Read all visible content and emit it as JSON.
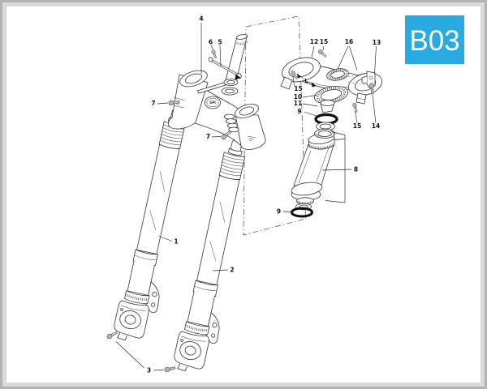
{
  "page_code": {
    "label": "B03",
    "bg_color": "#29abe2",
    "text_color": "#ffffff"
  },
  "diagram": {
    "logo_text": "SPI",
    "loctite_mark": "L",
    "callouts": [
      {
        "n": "4"
      },
      {
        "n": "6"
      },
      {
        "n": "5"
      },
      {
        "n": "12"
      },
      {
        "n": "15"
      },
      {
        "n": "16"
      },
      {
        "n": "13"
      },
      {
        "n": "7"
      },
      {
        "n": "7"
      },
      {
        "n": "15"
      },
      {
        "n": "10"
      },
      {
        "n": "11"
      },
      {
        "n": "9"
      },
      {
        "n": "15"
      },
      {
        "n": "14"
      },
      {
        "n": "8"
      },
      {
        "n": "9"
      },
      {
        "n": "1"
      },
      {
        "n": "2"
      },
      {
        "n": "3"
      }
    ]
  }
}
